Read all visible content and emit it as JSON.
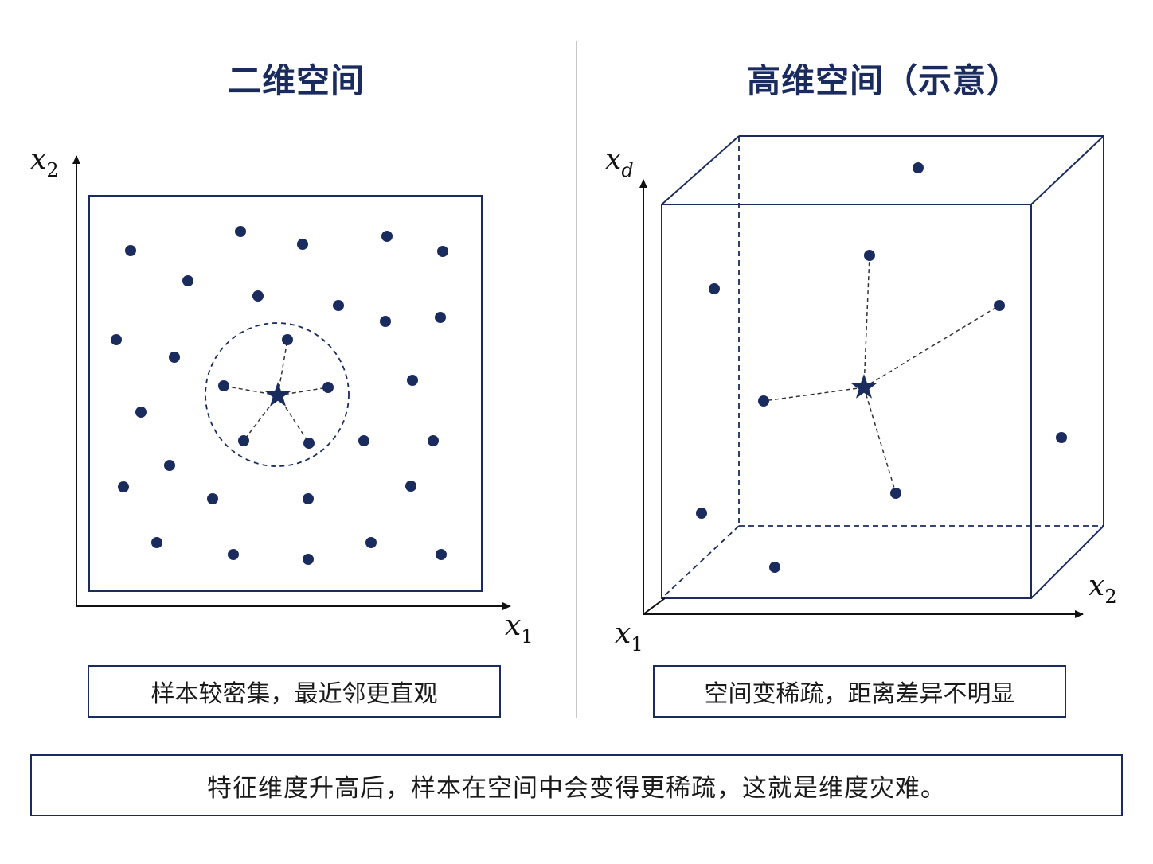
{
  "panels": {
    "left": {
      "title": "二维空间",
      "caption": "样本较密集，最近邻更直观",
      "x_axis": {
        "base": "x",
        "sub": "1"
      },
      "y_axis": {
        "base": "x",
        "sub": "2"
      }
    },
    "right": {
      "title": "高维空间（示意）",
      "caption": "空间变稀疏，距离差异不明显",
      "x_axis": {
        "base": "x",
        "sub": "2"
      },
      "y_axis": {
        "base": "x",
        "sub": "d"
      },
      "z_axis": {
        "base": "x",
        "sub": "1"
      }
    }
  },
  "summary": "特征维度升高后，样本在空间中会变得更稀疏，这就是维度灾难。",
  "colors": {
    "primary": "#1a2b5e",
    "divider": "#c8c8c8"
  }
}
